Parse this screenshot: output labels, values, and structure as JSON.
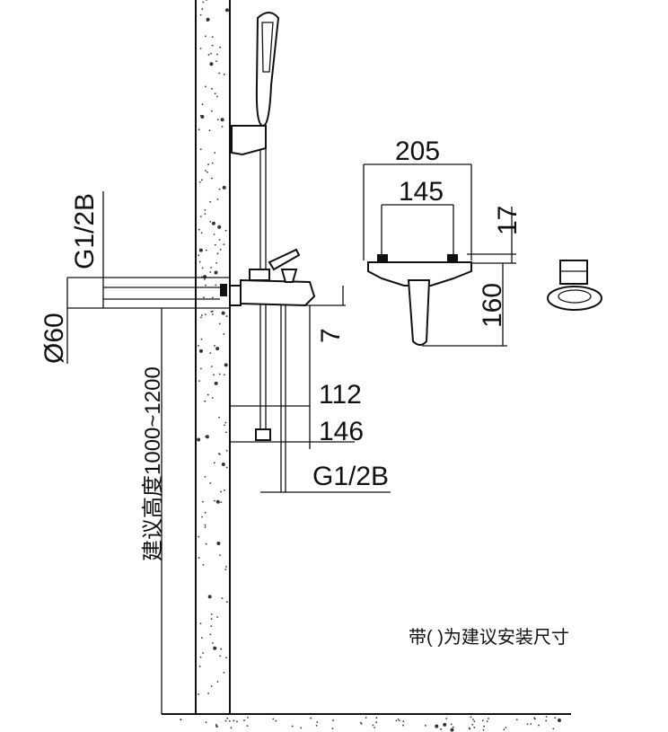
{
  "side_view": {
    "inlet_thread": "G1/2B",
    "flange_diameter": "Ø60",
    "suggested_height": "建议高度1000~1200",
    "offset_7": "7",
    "depth_112": "112",
    "depth_146": "146",
    "outlet_thread": "G1/2B"
  },
  "front_view": {
    "width_205": "205",
    "width_145": "145",
    "height_17": "17",
    "height_160": "160"
  },
  "note": "带(      )为建议安装尺寸"
}
